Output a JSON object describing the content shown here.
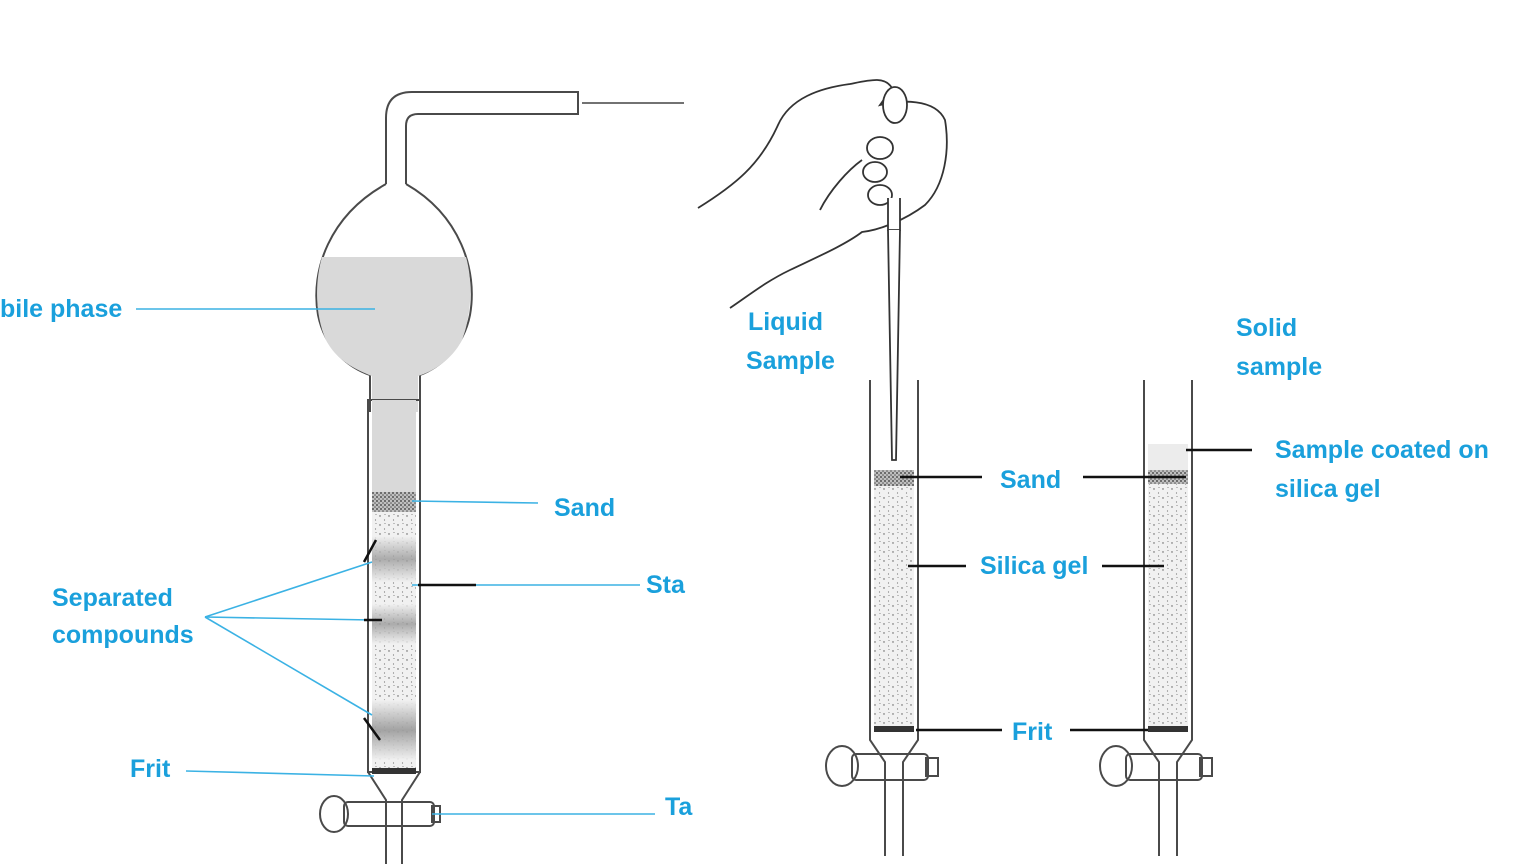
{
  "colors": {
    "label": "#1aa0dc",
    "leader_left": "#3bb2e4",
    "leader_right": "#111111",
    "liquid": "#d9d9d9",
    "outline": "#4a4a4a"
  },
  "left_panel": {
    "mobile_phase": "bile phase",
    "sand": "Sand",
    "stationary": "Sta",
    "separated_1": "Separated",
    "separated_2": "compounds",
    "frit": "Frit",
    "tap": "Ta"
  },
  "right_panel": {
    "liquid_1": "Liquid",
    "liquid_2": "Sample",
    "solid_1": "Solid",
    "solid_2": "sample",
    "sand": "Sand",
    "silica_gel": "Silica gel",
    "coated_1": "Sample coated on",
    "coated_2": "silica gel",
    "frit": "Frit"
  }
}
